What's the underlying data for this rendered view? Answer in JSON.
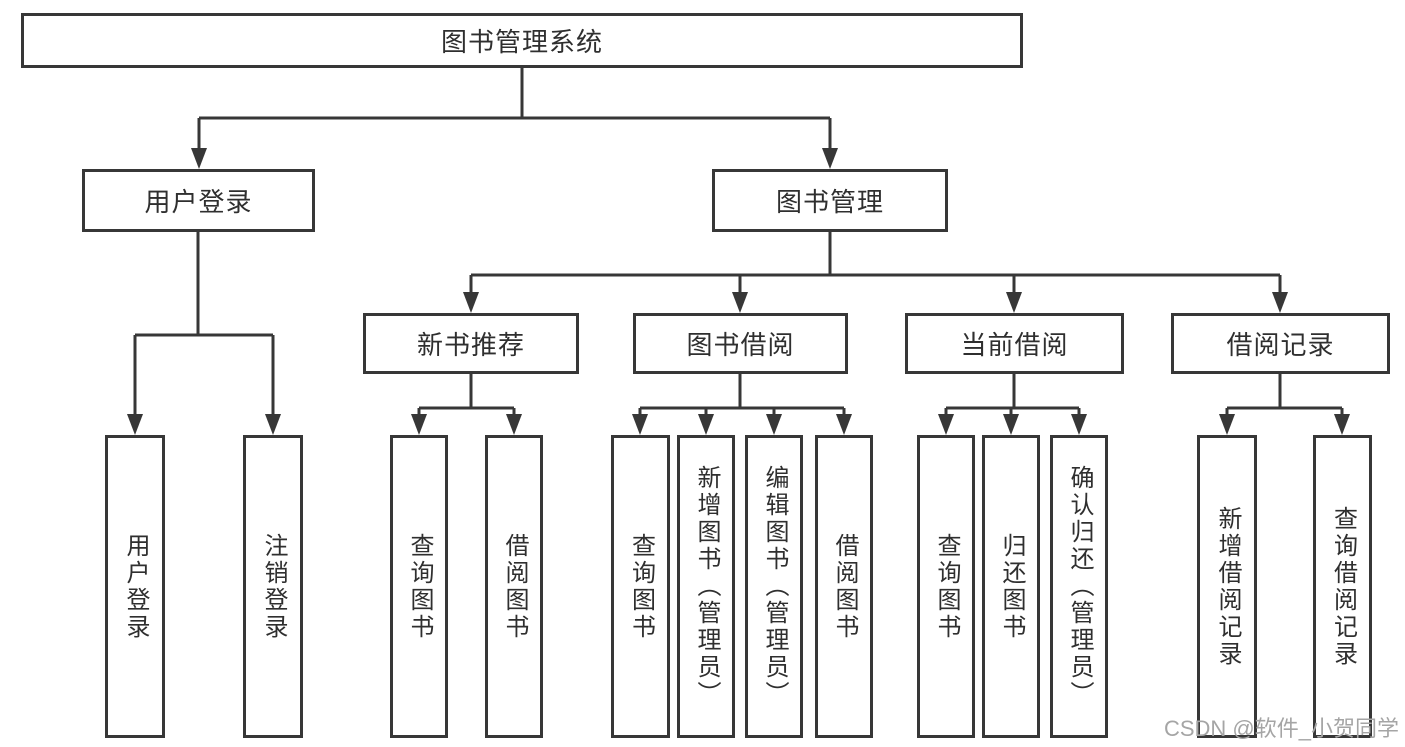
{
  "tree": {
    "root": {
      "label": "图书管理系统"
    },
    "branches": [
      {
        "label": "用户登录",
        "leaves": [
          {
            "label": "用户登录"
          },
          {
            "label": "注销登录"
          }
        ]
      },
      {
        "label": "图书管理",
        "groups": [
          {
            "label": "新书推荐",
            "leaves": [
              {
                "label": "查询图书"
              },
              {
                "label": "借阅图书"
              }
            ]
          },
          {
            "label": "图书借阅",
            "leaves": [
              {
                "label": "查询图书"
              },
              {
                "label": "新增图书（管理员）"
              },
              {
                "label": "编辑图书（管理员）"
              },
              {
                "label": "借阅图书"
              }
            ]
          },
          {
            "label": "当前借阅",
            "leaves": [
              {
                "label": "查询图书"
              },
              {
                "label": "归还图书"
              },
              {
                "label": "确认归还（管理员）"
              }
            ]
          },
          {
            "label": "借阅记录",
            "leaves": [
              {
                "label": "新增借阅记录"
              },
              {
                "label": "查询借阅记录"
              }
            ]
          }
        ]
      }
    ]
  },
  "watermark": {
    "text": "CSDN @软件_小贺同学"
  },
  "colors": {
    "line": "#373737",
    "background": "#ffffff",
    "watermark": "#a5a5a5"
  }
}
